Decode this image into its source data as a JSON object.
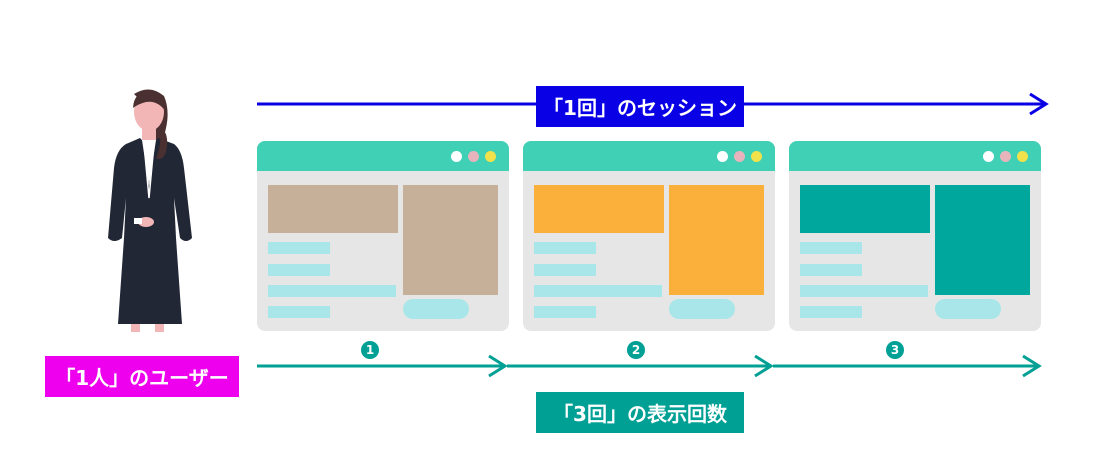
{
  "session_label": "「1回」のセッション",
  "user_label": "「1人」のユーザー",
  "pageview_label": "「3回」の表示回数",
  "steps": [
    "1",
    "2",
    "3"
  ],
  "colors": {
    "session_arrow": "#0a00e6",
    "pageview_arrow": "#00a095",
    "user_badge": "#ee00ee",
    "window_bar": "#3fd0b6",
    "window_body": "#e6e6e6",
    "text_line": "#a8e6ea",
    "page1_blocks": "#c6b09a",
    "page2_blocks": "#fbb03b",
    "page3_blocks": "#00a79d",
    "dot_white": "#ffffff",
    "dot_pink": "#e8b4bc",
    "dot_yellow": "#f1e14a"
  }
}
